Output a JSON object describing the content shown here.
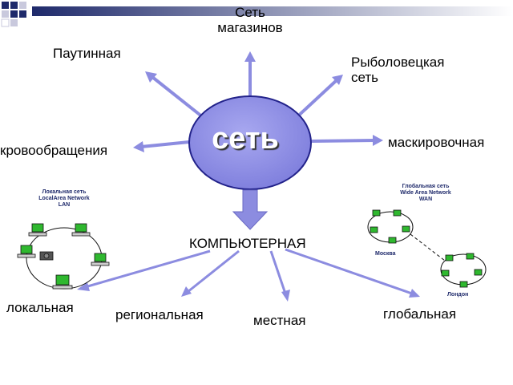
{
  "center": {
    "label": "сеть"
  },
  "types": {
    "shops": {
      "line1": "Сеть",
      "line2": "магазинов"
    },
    "web": "Паутинная",
    "fishing": {
      "line1": "Рыболовецкая",
      "line2": "сеть"
    },
    "circulatory": "кровообращения",
    "camouflage": "маскировочная",
    "computer": "КОМПЬЮТЕРНАЯ"
  },
  "computer_types": {
    "local": "локальная",
    "regional": "региональная",
    "metro": "местная",
    "global": "глобальная"
  },
  "lan_diagram": {
    "line1": "Локальная сеть",
    "line2": "LocalArea Network",
    "line3": "LAN"
  },
  "wan_diagram": {
    "line1": "Глобальная сеть",
    "line2": "Wide Area Network",
    "line3": "WAN",
    "city_left": "Москва",
    "city_right": "Лондон"
  },
  "colors": {
    "ellipse_fill": "#8f8fe6",
    "ellipse_stroke": "#22228a",
    "arrow": "#8c8ce0",
    "down_arrow": "#8c8ce0",
    "header_bar": "#1f2a6b"
  }
}
